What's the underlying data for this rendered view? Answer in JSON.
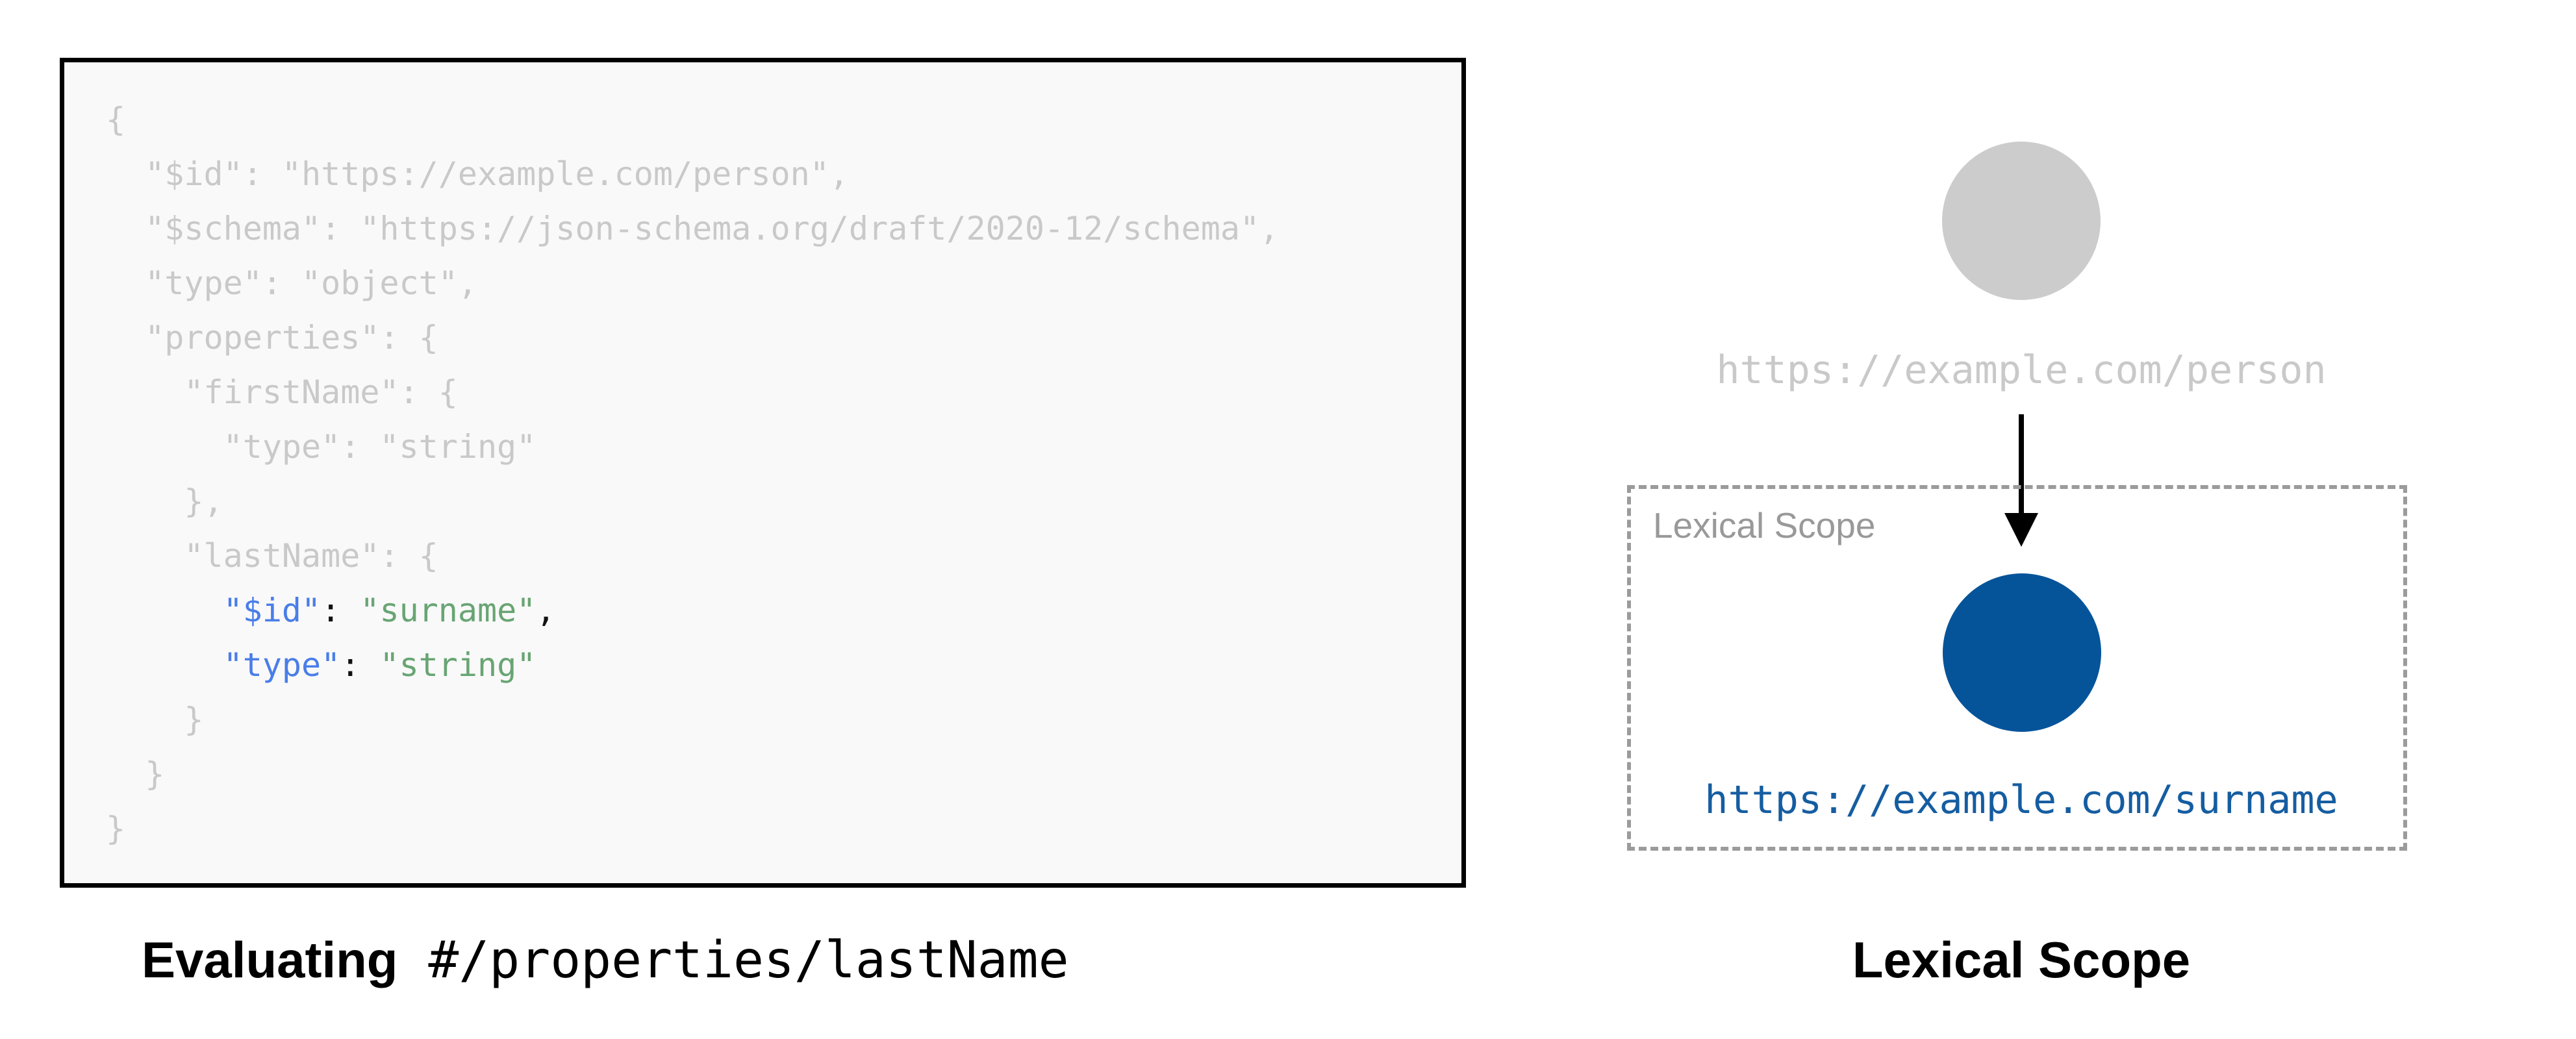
{
  "code_panel": {
    "background": "#f9f9f9",
    "border_color": "#000000",
    "muted_text_color": "#c9c9c9",
    "key_color": "#4a7de8",
    "string_color": "#68a573",
    "punctuation_color": "#111111",
    "lines": [
      [
        {
          "t": "{",
          "s": "muted"
        }
      ],
      [
        {
          "t": "  \"$id\": \"https://example.com/person\",",
          "s": "muted"
        }
      ],
      [
        {
          "t": "  \"$schema\": \"https://json-schema.org/draft/2020-12/schema\",",
          "s": "muted"
        }
      ],
      [
        {
          "t": "  \"type\": \"object\",",
          "s": "muted"
        }
      ],
      [
        {
          "t": "  \"properties\": {",
          "s": "muted"
        }
      ],
      [
        {
          "t": "    \"firstName\": {",
          "s": "muted"
        }
      ],
      [
        {
          "t": "      \"type\": \"string\"",
          "s": "muted"
        }
      ],
      [
        {
          "t": "    },",
          "s": "muted"
        }
      ],
      [
        {
          "t": "    \"lastName\": {",
          "s": "muted"
        }
      ],
      [
        {
          "t": "      ",
          "s": "muted"
        },
        {
          "t": "\"$id\"",
          "s": "key"
        },
        {
          "t": ": ",
          "s": "punct"
        },
        {
          "t": "\"surname\"",
          "s": "string"
        },
        {
          "t": ",",
          "s": "punct"
        }
      ],
      [
        {
          "t": "      ",
          "s": "muted"
        },
        {
          "t": "\"type\"",
          "s": "key"
        },
        {
          "t": ": ",
          "s": "punct"
        },
        {
          "t": "\"string\"",
          "s": "string"
        }
      ],
      [
        {
          "t": "    }",
          "s": "muted"
        }
      ],
      [
        {
          "t": "  }",
          "s": "muted"
        }
      ],
      [
        {
          "t": "}",
          "s": "muted"
        }
      ]
    ]
  },
  "captions": {
    "left_bold": "Evaluating",
    "left_mono": " #/properties/lastName",
    "right": "Lexical Scope"
  },
  "diagram": {
    "parent_node": {
      "label": "https://example.com/person",
      "circle_color": "#cccccc",
      "label_color": "#c9c9c9"
    },
    "scope_box": {
      "label": "Lexical Scope",
      "border_color": "#9b9b9b",
      "label_color": "#999999"
    },
    "child_node": {
      "label": "https://example.com/surname",
      "circle_color": "#05549a",
      "label_color": "#155da1"
    },
    "arrow_color": "#000000"
  }
}
